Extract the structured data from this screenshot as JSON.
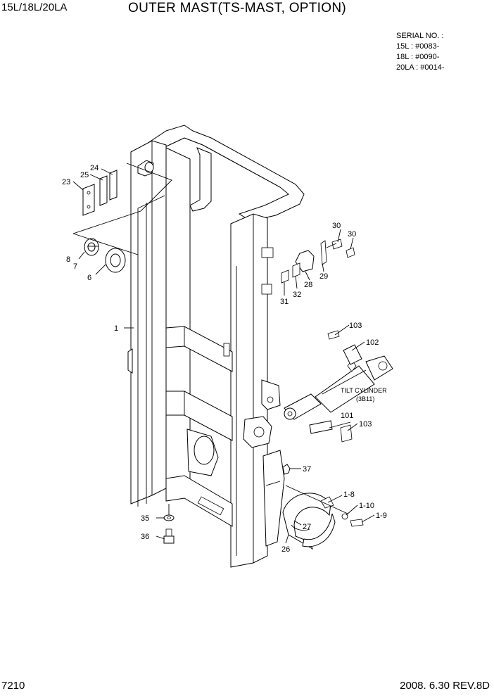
{
  "header": {
    "model": "15L/18L/20LA",
    "title": "OUTER MAST(TS-MAST, OPTION)"
  },
  "serial": {
    "heading": "SERIAL NO. :",
    "lines": [
      "15L : #0083-",
      "18L : #0090-",
      "20LA : #0014-"
    ]
  },
  "annotation": {
    "tilt_cylinder": "TILT CYLINDER",
    "tilt_ref": "(3B11)"
  },
  "callouts": {
    "c1": "1",
    "c6": "6",
    "c7": "7",
    "c8": "8",
    "c23": "23",
    "c24": "24",
    "c25": "25",
    "c26": "26",
    "c27": "27",
    "c28": "28",
    "c29": "29",
    "c30a": "30",
    "c30b": "30",
    "c31": "31",
    "c32": "32",
    "c35": "35",
    "c36": "36",
    "c37": "37",
    "c101": "101",
    "c102": "102",
    "c103a": "103",
    "c103b": "103",
    "c1_8": "1-8",
    "c1_9": "1-9",
    "c1_10": "1-10"
  },
  "footer": {
    "page": "7210",
    "date_rev": "2008. 6.30  REV.8D"
  }
}
